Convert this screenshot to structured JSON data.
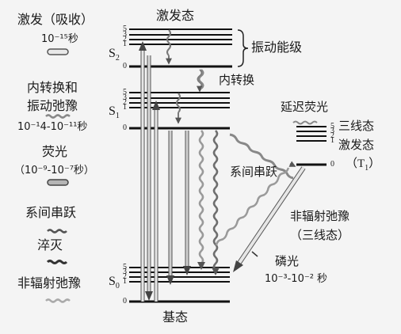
{
  "legend": {
    "excitation": "激发（吸收）",
    "excitation_time": "10⁻¹⁵秒",
    "ic_vr_line1": "内转换和",
    "ic_vr_line2": "振动弛豫",
    "ic_vr_time": "10⁻¹4-10⁻¹¹秒",
    "fluorescence": "荧光",
    "fluorescence_time": "（10⁻⁹-10⁻⁷秒）",
    "isc": "系间串跃",
    "quenching": "淬灭",
    "nonrad": "非辐射弛豫"
  },
  "diagram": {
    "excited_state": "激发态",
    "vib_levels": "振动能级",
    "internal_conversion": "内转换",
    "delayed_fluorescence": "延迟荧光",
    "isc": "系间串跃",
    "triplet_line1": "三线态",
    "triplet_line2": "激发态",
    "triplet_symbol": "（T",
    "triplet_symbol_sub": "1",
    "triplet_symbol_end": "）",
    "nonrad_triplet_line1": "非辐射弛豫",
    "nonrad_triplet_line2": "（三线态）",
    "phosphorescence": "磷光",
    "phosphorescence_time": "10⁻³-10⁻² 秒",
    "ground_state": "基态",
    "s2": "S",
    "s2_sub": "2",
    "s1": "S",
    "s1_sub": "1",
    "s0": "S",
    "s0_sub": "0",
    "level_numbers": [
      "5",
      "3",
      "2",
      "1",
      "0"
    ],
    "triplet_level_numbers": [
      "5",
      "3",
      "2",
      "1",
      "0"
    ]
  },
  "colors": {
    "line": "#111111",
    "arrow_fill": "#e2e2e2",
    "arrow_outline": "#555555",
    "wavy_gray": "#8a8a8a",
    "wavy_dark": "#6e6e6e"
  }
}
